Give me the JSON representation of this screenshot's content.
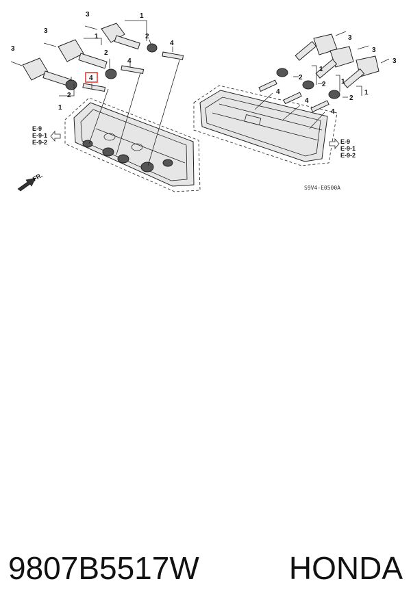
{
  "diagram": {
    "callouts": {
      "c1a": "1",
      "c1b": "1",
      "c1c": "1",
      "c1d": "1",
      "c1e": "1",
      "c1f": "1",
      "c2a": "2",
      "c2b": "2",
      "c2c": "2",
      "c2d": "2",
      "c2e": "2",
      "c2f": "2",
      "c3a": "3",
      "c3b": "3",
      "c3c": "3",
      "c3d": "3",
      "c3e": "3",
      "c3f": "3",
      "c4a": "4",
      "c4b": "4",
      "c4c": "4",
      "c4d": "4",
      "c4e": "4",
      "c4f": "4"
    },
    "refs_left": [
      "E-9",
      "E-9-1",
      "E-9-2"
    ],
    "refs_right": [
      "E-9",
      "E-9-1",
      "E-9-2"
    ],
    "direction_label": "FR.",
    "diagram_code": "S9V4-E0500A",
    "highlight_color": "#e53935"
  },
  "footer": {
    "part_number": "9807B5517W",
    "brand": "HONDA"
  }
}
